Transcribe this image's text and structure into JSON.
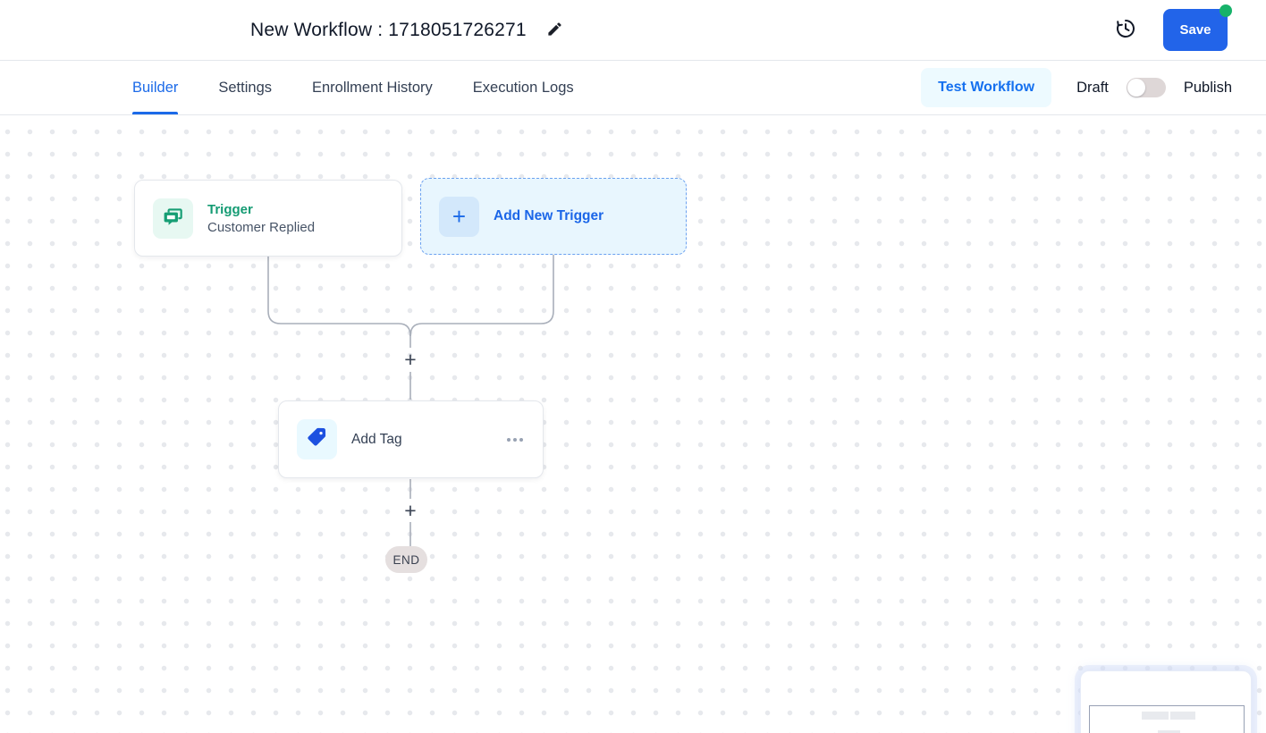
{
  "header": {
    "title": "New Workflow : 1718051726271",
    "save_label": "Save"
  },
  "tabs": {
    "items": [
      {
        "label": "Builder",
        "active": true
      },
      {
        "label": "Settings",
        "active": false
      },
      {
        "label": "Enrollment History",
        "active": false
      },
      {
        "label": "Execution Logs",
        "active": false
      }
    ],
    "test_workflow_label": "Test Workflow",
    "draft_label": "Draft",
    "publish_label": "Publish",
    "toggle_state": "draft"
  },
  "canvas": {
    "trigger_node": {
      "category": "Trigger",
      "name": "Customer Replied"
    },
    "add_trigger_label": "Add New Trigger",
    "action_node": {
      "name": "Add Tag"
    },
    "plus_symbol": "+",
    "end_label": "END"
  },
  "icons": {
    "edit": "pencil-icon",
    "history": "history-clock-icon",
    "trigger": "chat-bubbles-icon",
    "action": "tag-icon",
    "menu": "ellipsis-icon"
  },
  "colors": {
    "accent_blue": "#1b6ae8",
    "save_blue": "#2264e9",
    "unsaved_dot_green": "#17b26a",
    "trigger_green": "#149b73",
    "card_border": "#e4e7ec",
    "dashed_border_blue": "#6ba1f0",
    "connector_gray": "#a9afba",
    "end_pill_bg": "#e5dfdf",
    "test_workflow_bg": "#edfaff"
  }
}
